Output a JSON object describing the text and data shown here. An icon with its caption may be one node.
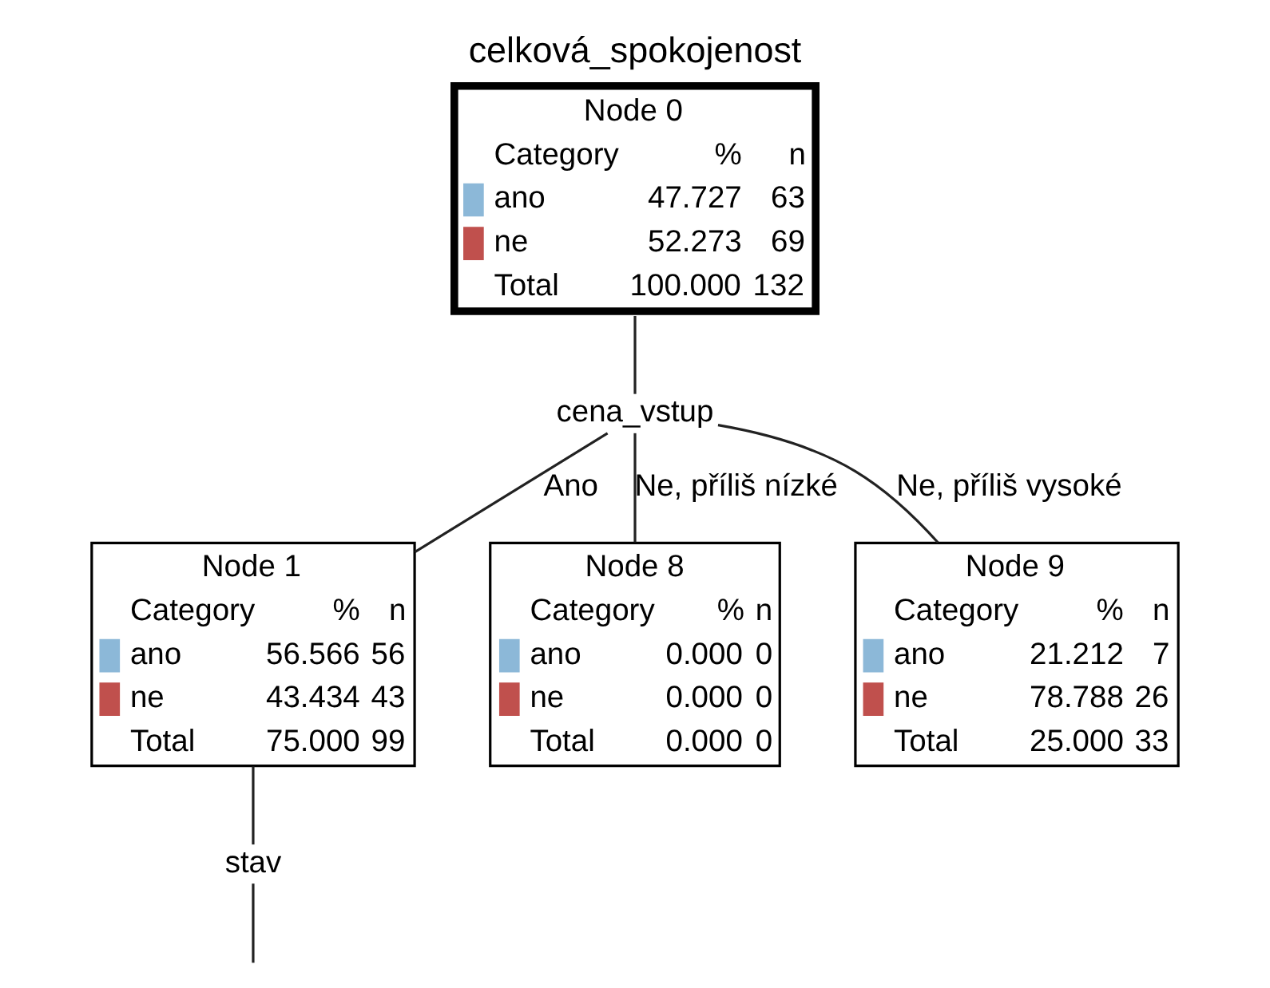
{
  "diagram": {
    "title": "celková_spokojenost",
    "nodes": [
      {
        "text": [
          "Node 0",
          "Category",
          "%",
          "n",
          "ano",
          "47.727",
          "63",
          "ne",
          "52.273",
          "69",
          "Total",
          "100.000",
          "132"
        ]
      },
      {
        "text": [
          "cena_vstup"
        ]
      },
      {
        "text": [
          "Node 1",
          "Category",
          "%",
          "n",
          "ano",
          "56.566",
          "56",
          "ne",
          "43.434",
          "43",
          "Total",
          "75.000",
          "99"
        ]
      },
      {
        "text": [
          "Node 8",
          "Category",
          "%",
          "n",
          "ano",
          "0.000",
          "0",
          "ne",
          "0.000",
          "0",
          "Total",
          "0.000",
          "0"
        ]
      },
      {
        "text": [
          "Node 9",
          "Category",
          "%",
          "n",
          "ano",
          "21.212",
          "7",
          "ne",
          "78.788",
          "26",
          "Total",
          "25.000",
          "33"
        ]
      },
      {
        "text": [
          "stav"
        ]
      }
    ],
    "edges": [
      {
        "from": 0,
        "to": 1,
        "arrow": "none"
      },
      {
        "from": 1,
        "to": 2,
        "arrow": "none",
        "label": "Ano"
      },
      {
        "from": 1,
        "to": 3,
        "arrow": "none",
        "label": "Ne, příliš nízké"
      },
      {
        "from": 1,
        "to": 4,
        "arrow": "none",
        "label": "Ne, příliš vysoké"
      },
      {
        "from": 2,
        "to": 5,
        "arrow": "none"
      },
      {
        "from": 5,
        "to": null,
        "arrow": "none"
      }
    ]
  }
}
